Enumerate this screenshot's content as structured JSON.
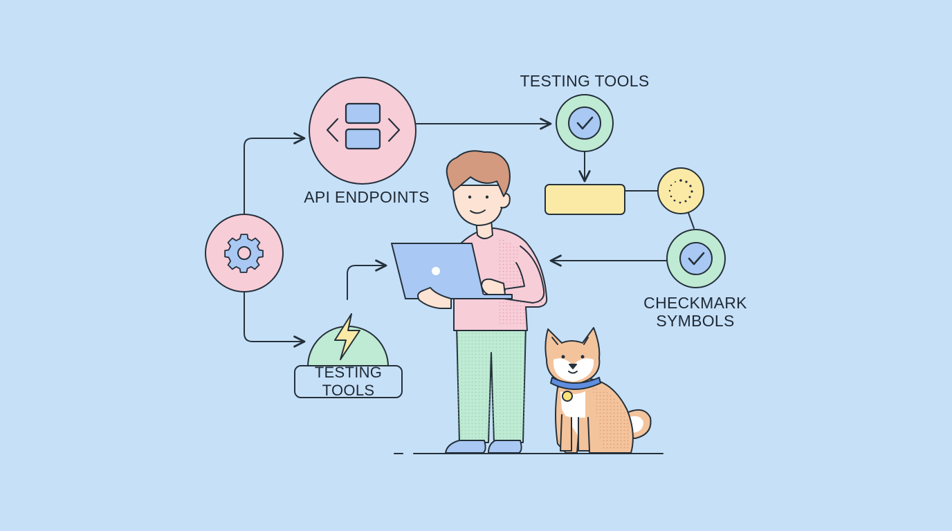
{
  "labels": {
    "api_endpoints": "API ENDPOINTS",
    "testing_tools_top": "TESTING TOOLS",
    "checkmark_symbols": "CHECKMARK SYMBOLS",
    "testing_tools_box": "TESTING TOOLS"
  },
  "icons": {
    "settings": "gear-icon",
    "api": "code-brackets-icon",
    "bolt": "lightning-bolt-icon",
    "check": "checkmark-icon",
    "loading": "loading-dots-icon"
  },
  "colors": {
    "background": "#c6e0f8",
    "pink_node": "#f7cdd8",
    "green_node": "#bfead3",
    "yellow_node": "#fbeaa6",
    "stroke": "#24303a",
    "blue_block": "#a9c8f3"
  }
}
